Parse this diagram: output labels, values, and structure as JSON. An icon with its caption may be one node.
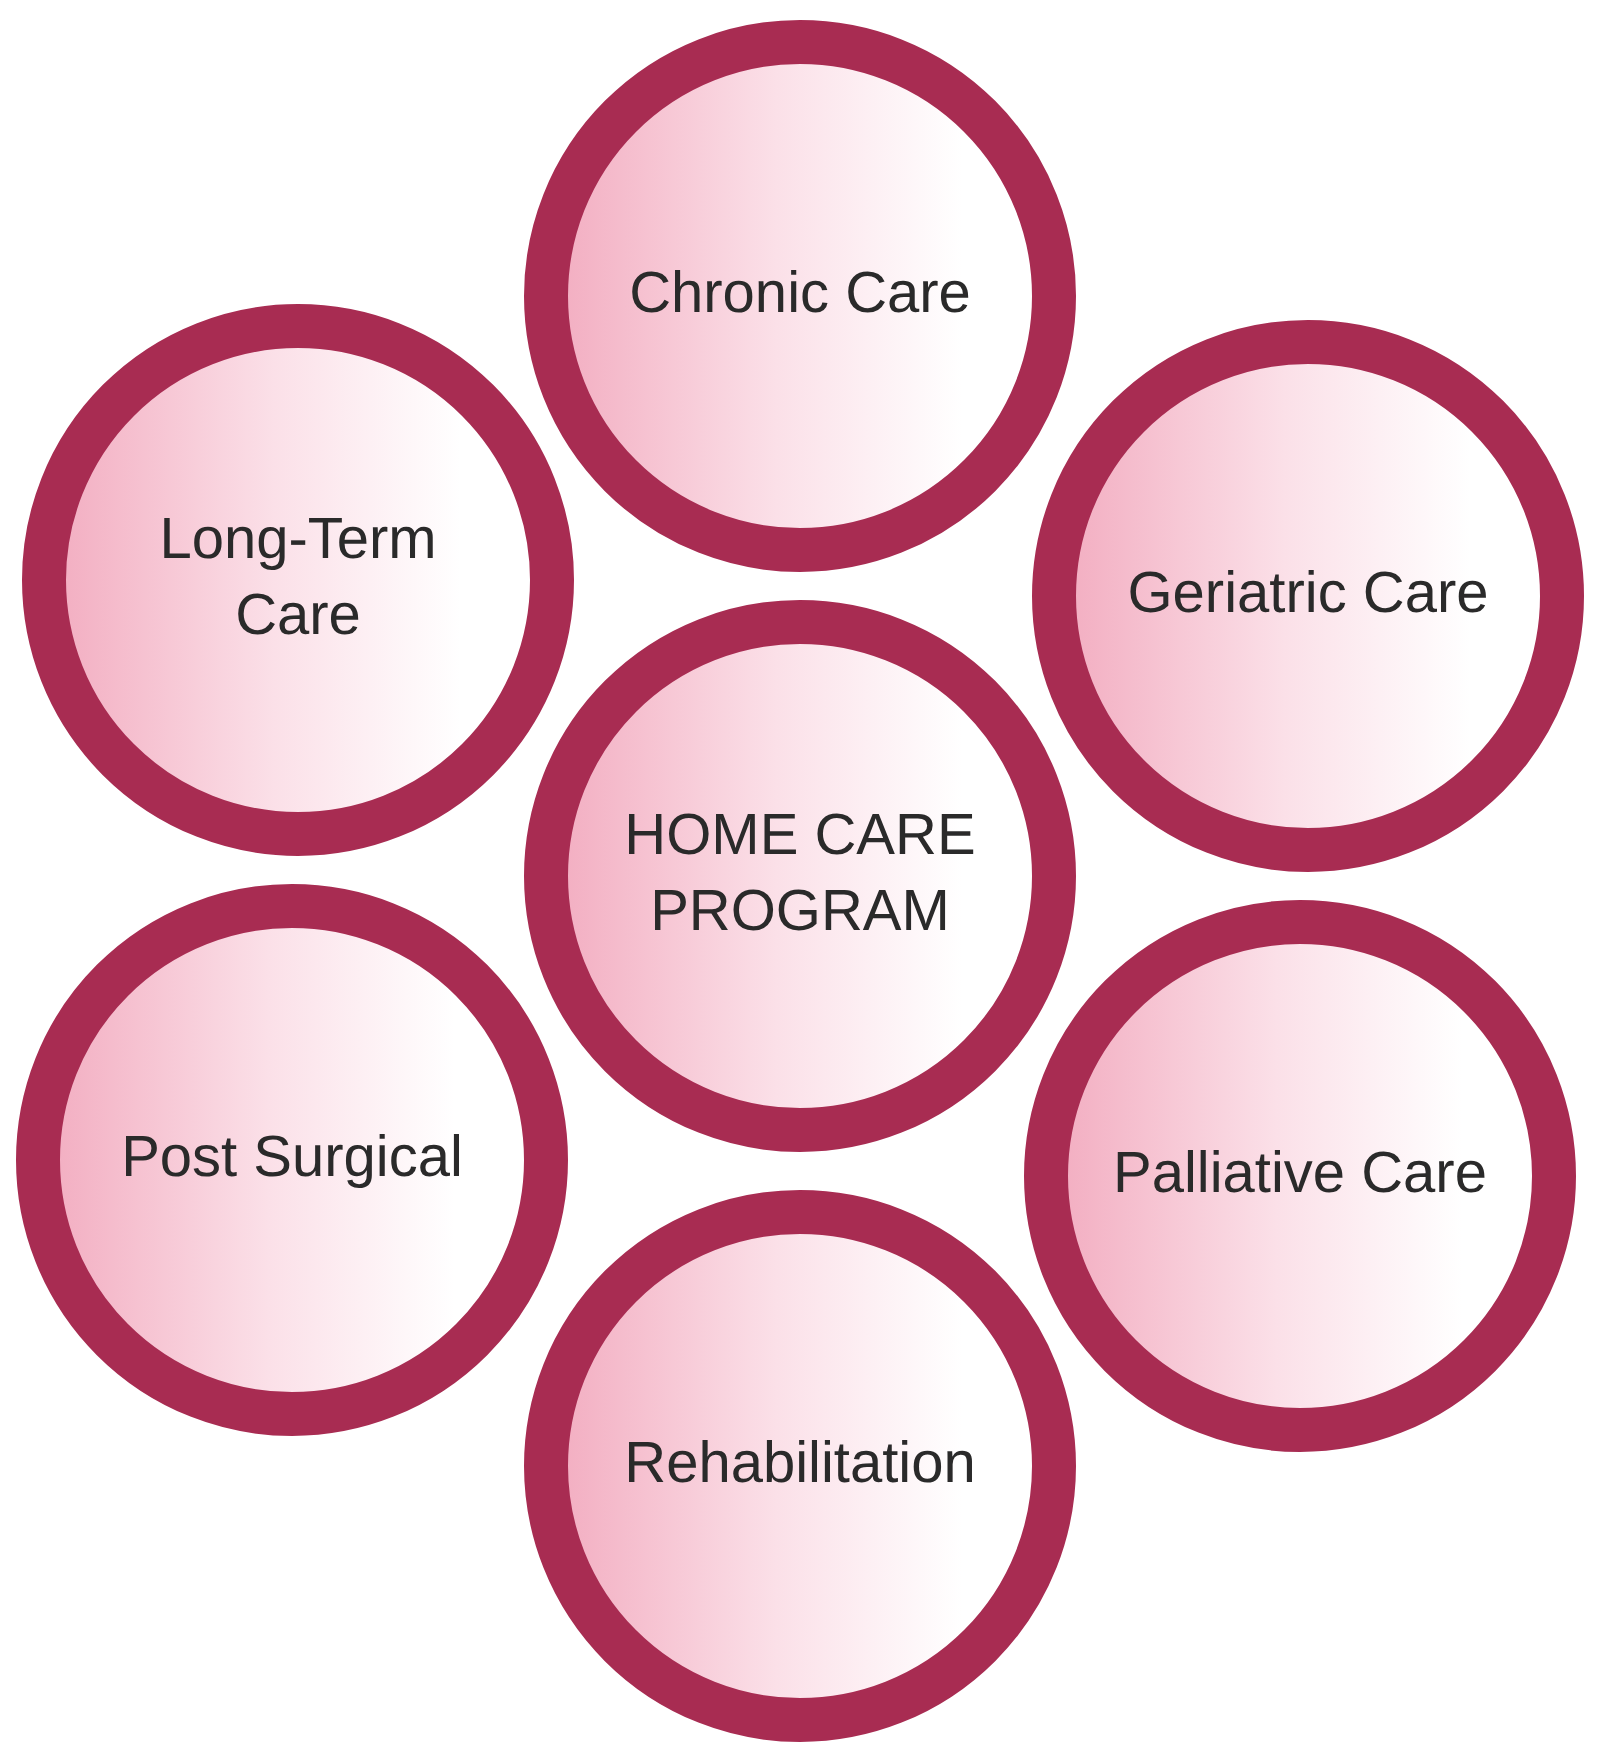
{
  "diagram": {
    "nodes": [
      {
        "text": [
          "Chronic Care"
        ]
      },
      {
        "text": [
          "Long-Term Care"
        ]
      },
      {
        "text": [
          "Geriatric Care"
        ]
      },
      {
        "text": [
          "HOME CARE PROGRAM"
        ]
      },
      {
        "text": [
          "Post Surgical"
        ]
      },
      {
        "text": [
          "Palliative Care"
        ]
      },
      {
        "text": [
          "Rehabilitation"
        ]
      }
    ]
  }
}
